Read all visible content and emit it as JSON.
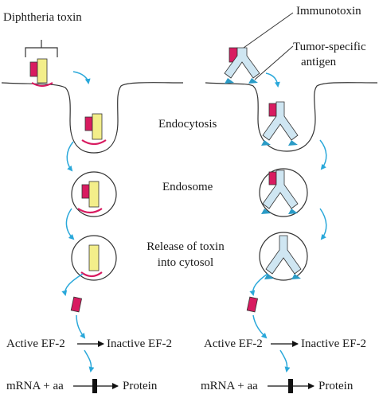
{
  "labels": {
    "diphtheria_toxin": "Diphtheria toxin",
    "immunotoxin": "Immunotoxin",
    "tumor_antigen_line1": "Tumor-specific",
    "tumor_antigen_line2": "antigen",
    "endocytosis": "Endocytosis",
    "endosome": "Endosome",
    "release_line1": "Release of toxin",
    "release_line2": "into cytosol",
    "active_ef2_left": "Active EF-2",
    "inactive_ef2_left": "Inactive EF-2",
    "active_ef2_right": "Active EF-2",
    "inactive_ef2_right": "Inactive EF-2",
    "mrna_left": "mRNA + aa",
    "protein_left": "Protein",
    "mrna_right": "mRNA + aa",
    "protein_right": "Protein"
  },
  "colors": {
    "a_chain": "#d81b60",
    "b_chain": "#f3ee8a",
    "antibody": "#cfe6f2",
    "antigen": "#2a9bc6",
    "arrow": "#2aa8da",
    "outline": "#333333"
  }
}
